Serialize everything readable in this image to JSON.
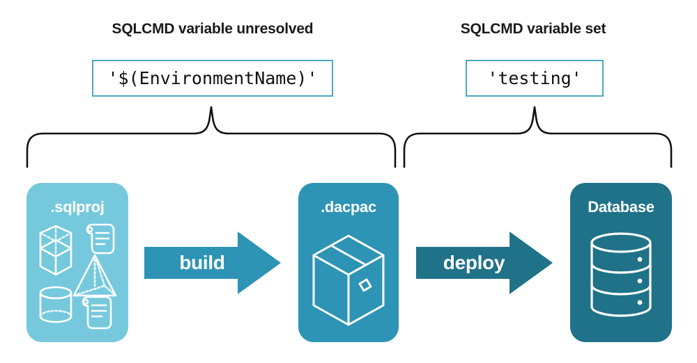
{
  "headings": {
    "left": "SQLCMD variable unresolved",
    "right": "SQLCMD variable set"
  },
  "code_boxes": {
    "left": "'$(EnvironmentName)'",
    "right": "'testing'"
  },
  "stages": [
    {
      "id": "sqlproj",
      "title": ".sqlproj",
      "color": "#76C9DD",
      "icons": [
        "cube-icon",
        "pyramid-icon",
        "cylinder-icon",
        "script-scroll-icon",
        "script-scroll-icon"
      ]
    },
    {
      "id": "dacpac",
      "title": ".dacpac",
      "color": "#2D94B5",
      "icons": [
        "package-box-icon"
      ]
    },
    {
      "id": "database",
      "title": "Database",
      "color": "#1F7288",
      "icons": [
        "database-cylinder-icon"
      ]
    }
  ],
  "arrows": [
    {
      "id": "build",
      "label": "build",
      "color": "#2D94B5"
    },
    {
      "id": "deploy",
      "label": "deploy",
      "color": "#1F7288"
    }
  ],
  "colors": {
    "light_blue": "#76C9DD",
    "medium_teal": "#2D94B5",
    "dark_teal": "#1F7288",
    "border_blue": "#4BA8C4",
    "text_dark": "#1a1a1a",
    "background": "#ffffff",
    "brace_stroke": "#111111"
  }
}
